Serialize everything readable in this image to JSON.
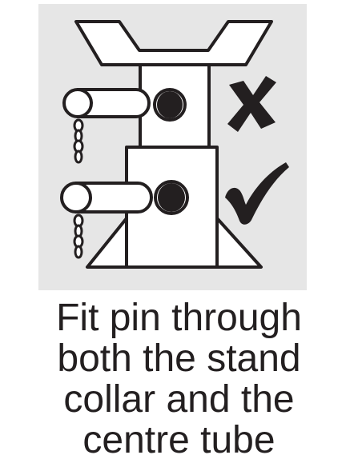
{
  "caption": {
    "lines": [
      "Fit pin through",
      "both the stand",
      "collar and the",
      "centre tube"
    ]
  },
  "icons": {
    "wrong": "cross-icon",
    "right": "tick-icon"
  },
  "colors": {
    "panel": "#e6e6e6",
    "ink": "#231f20",
    "fill": "#ffffff"
  }
}
